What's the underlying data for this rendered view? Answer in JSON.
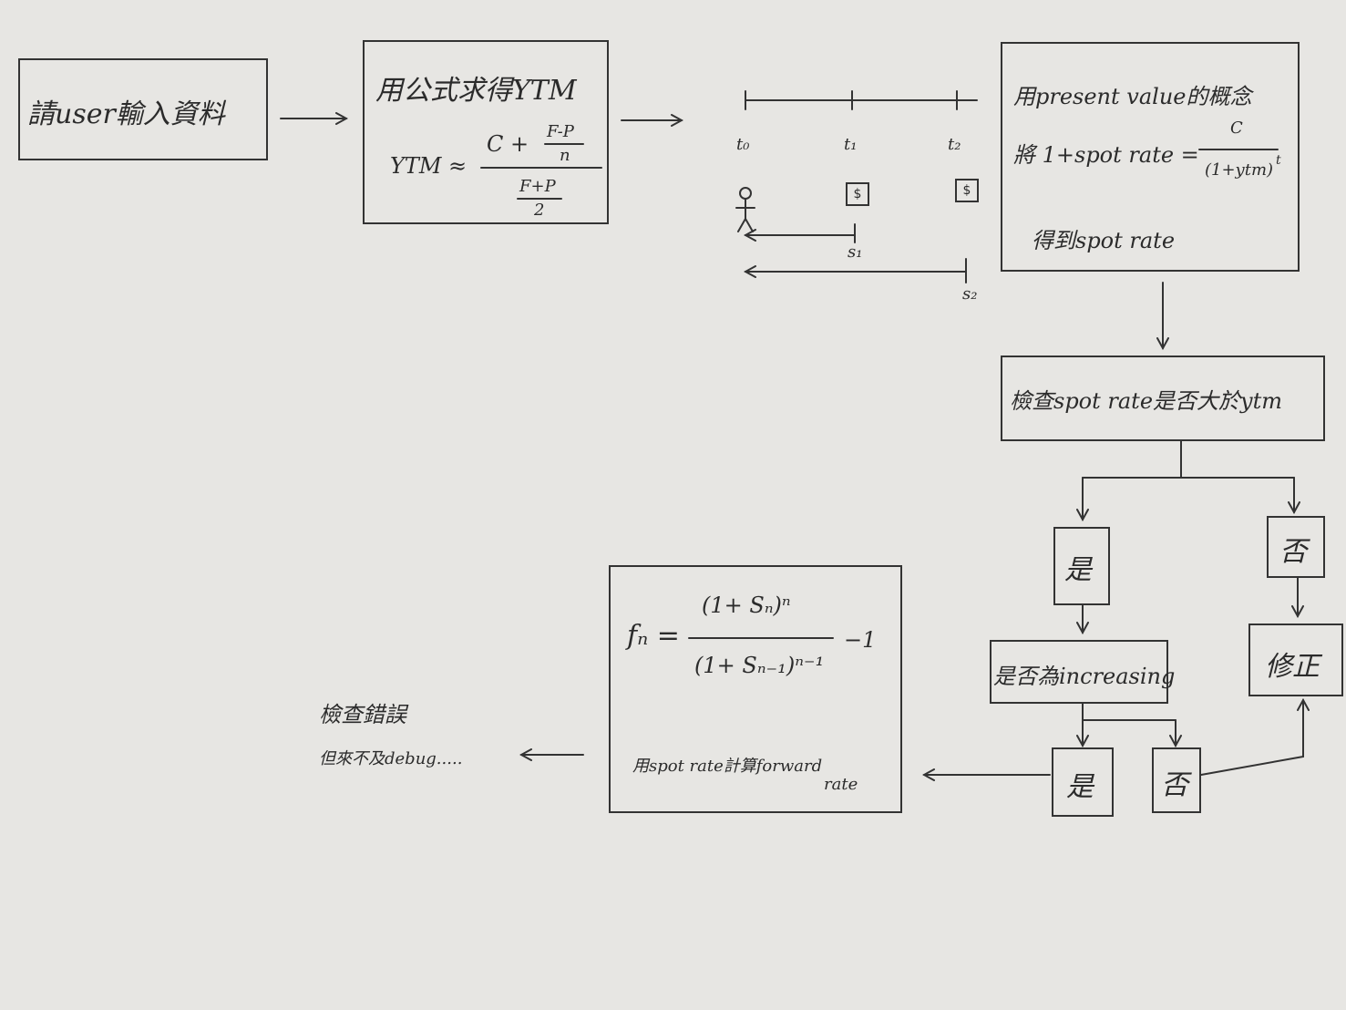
{
  "step_input": "請user輸入資料",
  "step_ytm": {
    "title": "用公式求得YTM",
    "lhs": "YTM ≈",
    "num_c": "C +",
    "num_frac_top": "F-P",
    "num_frac_bot": "n",
    "den_top": "F+P",
    "den_bot": "2"
  },
  "timeline": {
    "t0": "t₀",
    "t1": "t₁",
    "t2": "t₂",
    "cf1": "$",
    "cf2": "$",
    "s1": "s₁",
    "s2": "s₂"
  },
  "step_spot": {
    "line1": "用present value的概念",
    "line2_prefix": "將 1+spot rate =",
    "frac_top": "C",
    "frac_bot": "(1+ytm)",
    "frac_exp": "t",
    "line3": "得到spot rate"
  },
  "step_check": "檢查spot rate是否大於ytm",
  "yes1": "是",
  "no1": "否",
  "step_increasing": "是否為increasing",
  "step_fix": "修正",
  "yes2": "是",
  "no2": "否",
  "step_forward": {
    "lhs": "fₙ =",
    "num": "(1+ Sₙ)ⁿ",
    "den": "(1+ Sₙ₋₁)ⁿ⁻¹",
    "minus": "−1",
    "caption_1": "用spot rate計算forward",
    "caption_2": "rate"
  },
  "step_debug": {
    "line1": "檢查錯誤",
    "line2": "但來不及debug....."
  }
}
